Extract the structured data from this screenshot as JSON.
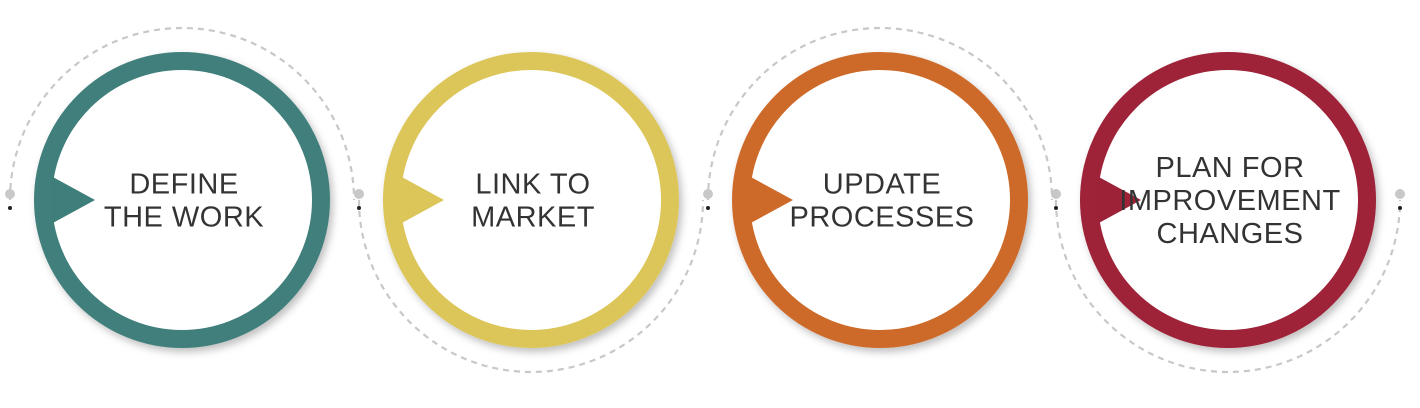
{
  "diagram": {
    "type": "process-cycle",
    "steps": [
      {
        "lines": [
          "DEFINE",
          "THE WORK"
        ],
        "color": "#3f7f7b"
      },
      {
        "lines": [
          "LINK TO",
          "MARKET"
        ],
        "color": "#dcc65a"
      },
      {
        "lines": [
          "UPDATE",
          "PROCESSES"
        ],
        "color": "#cd6a2a"
      },
      {
        "lines": [
          "PLAN FOR",
          "IMPROVEMENT",
          "CHANGES"
        ],
        "color": "#9e2237"
      }
    ],
    "connector_color": "#c8c8c8"
  }
}
